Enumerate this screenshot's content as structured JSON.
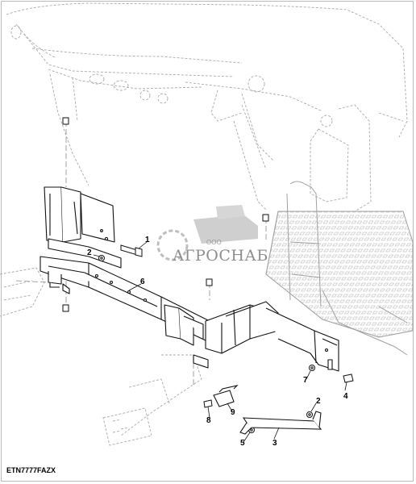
{
  "drawing": {
    "id": "ETN7777FAZX"
  },
  "watermark": {
    "org": "ООО",
    "name": "АГРОСНАБ"
  },
  "callouts": [
    {
      "n": "1"
    },
    {
      "n": "2"
    },
    {
      "n": "6"
    },
    {
      "n": "7"
    },
    {
      "n": "4"
    },
    {
      "n": "2"
    },
    {
      "n": "8"
    },
    {
      "n": "9"
    },
    {
      "n": "5"
    },
    {
      "n": "3"
    }
  ]
}
